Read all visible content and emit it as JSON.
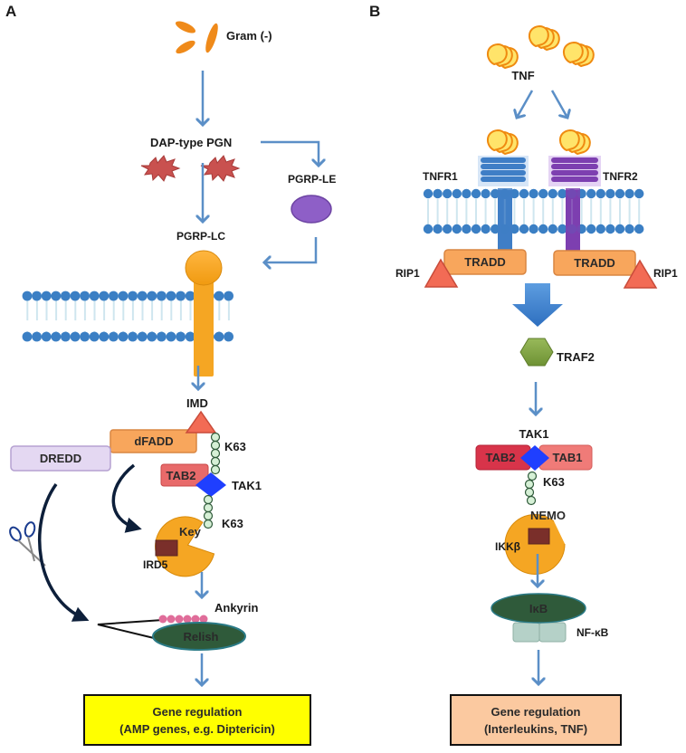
{
  "panels": {
    "a": {
      "label": "A",
      "stimulus": "Gram (-)",
      "ligand": "DAP-type PGN",
      "receptor_soluble": "PGRP-LE",
      "receptor_membrane": "PGRP-LC",
      "adaptor": "IMD",
      "fadd": "dFADD",
      "caspase": "DREDD",
      "ubiquitin_1": "K63",
      "ubiquitin_2": "K63",
      "tab": "TAB2",
      "kinase": "TAK1",
      "ikk_complex": "Key",
      "ikk_subunit": "IRD5",
      "ankyrin": "Ankyrin",
      "transcription_factor": "Relish",
      "output_title": "Gene regulation",
      "output_detail": "(AMP genes, e.g. Diptericin)",
      "output_color": "#ffff00"
    },
    "b": {
      "label": "B",
      "ligand": "TNF",
      "receptor_1": "TNFR1",
      "receptor_2": "TNFR2",
      "tradd_1": "TRADD",
      "tradd_2": "TRADD",
      "rip_1": "RIP1",
      "rip_2": "RIP1",
      "traf": "TRAF2",
      "kinase": "TAK1",
      "tab_left": "TAB2",
      "tab_right": "TAB1",
      "ubiquitin": "K63",
      "ikk_complex": "NEMO",
      "ikk_subunit": "IKKβ",
      "inhibitor": "IκB",
      "transcription_factor": "NF-κB",
      "output_title": "Gene regulation",
      "output_detail": "(Interleukins, TNF)",
      "output_color": "#fbc9a0"
    }
  },
  "colors": {
    "arrow": "#5b8fc7",
    "membrane_head": "#3b7fc4",
    "membrane_tail": "#cfe6ef",
    "receptor_orange": "#f5a623",
    "triangle": "#f26b55",
    "diamond": "#1f3fff",
    "tab2": "#e0404e",
    "tab1": "#f07b78",
    "relish": "#2f5a3a",
    "nfkb": "#b5d1c8",
    "traf2": "#7fa344",
    "tnfr1": "#3f7ec6",
    "tnfr2": "#7d3fb0",
    "dredd": "#e4d8f2",
    "pgrp_le": "#8e5fc7",
    "ird5": "#7a2f2a"
  }
}
